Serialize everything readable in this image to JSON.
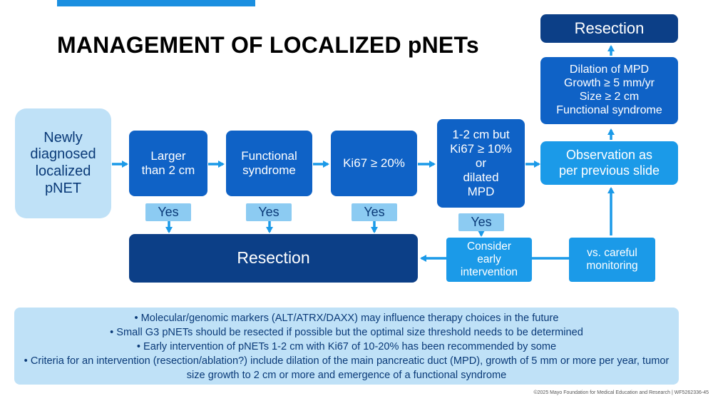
{
  "title": "MANAGEMENT OF LOCALIZED pNETs",
  "nodes": {
    "newly_diagnosed": "Newly\ndiagnosed\nlocalized\npNET",
    "larger_than_2cm": "Larger\nthan 2 cm",
    "functional_syndrome": "Functional\nsyndrome",
    "ki67_20": "Ki67 ≥ 20%",
    "ki67_10": "1-2 cm but\nKi67 ≥ 10%\nor\ndilated\nMPD",
    "resection_main": "Resection",
    "consider_early": "Consider\nearly\nintervention",
    "careful_monitoring": "vs. careful\nmonitoring",
    "observation": "Observation as\nper previous slide",
    "criteria": "Dilation of MPD\nGrowth ≥ 5 mm/yr\nSize ≥ 2 cm\nFunctional syndrome",
    "resection_top": "Resection"
  },
  "yes_labels": [
    "Yes",
    "Yes",
    "Yes",
    "Yes"
  ],
  "notes": [
    "Molecular/genomic markers (ALT/ATRX/DAXX) may influence therapy choices in the future",
    "Small G3 pNETs should be resected if possible but the optimal size threshold needs to be determined",
    "Early intervention of pNETs 1-2 cm with Ki67 of 10-20% has been recommended by some",
    "Criteria for an intervention (resection/ablation?) include dilation of the main pancreatic duct (MPD), growth of 5 mm or more per year, tumor size growth to 2 cm or more and emergence of a functional syndrome"
  ],
  "footer": "©2025 Mayo Foundation for Medical Education and Research  |  WF5262336-45",
  "colors": {
    "arrow": "#1b9ae8",
    "light_box": "#bfe1f7",
    "mid_box": "#0f62c6",
    "dark_box": "#0c3f87",
    "sky_box": "#1b9ae8",
    "yes_box": "#8ccbf2"
  }
}
